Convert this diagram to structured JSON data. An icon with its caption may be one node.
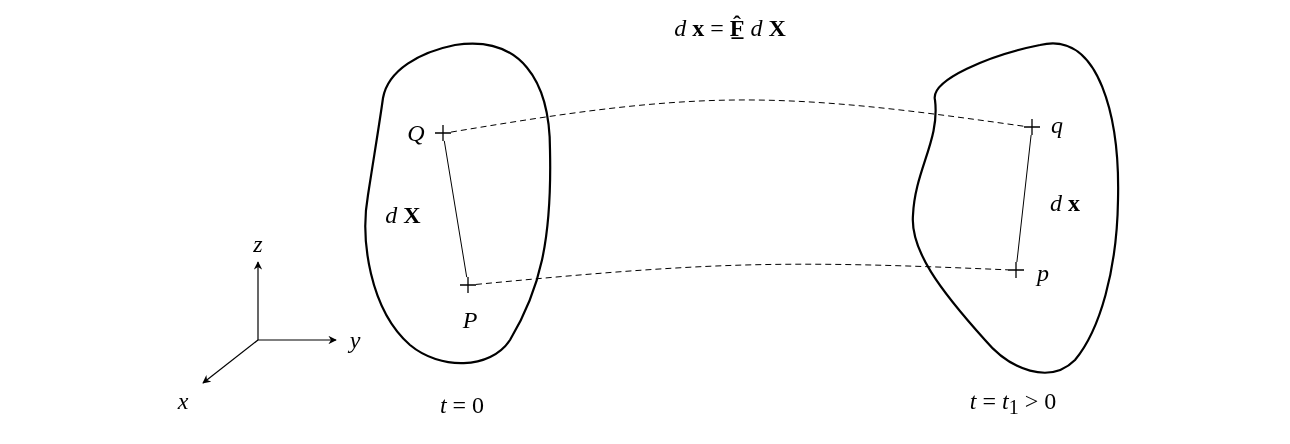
{
  "diagram": {
    "title": "*d* **x** = **F̲̂** *d* **X**",
    "nodes": [
      {
        "text": [],
        "shape": "blob",
        "beside": [
          "*t* = 0"
        ]
      },
      {
        "text": [],
        "shape": "blob",
        "beside": [
          "*t* = *t*$_{1}$ > 0"
        ]
      },
      {
        "text": [],
        "shape": "cross",
        "in": 0,
        "beside": [
          "Q"
        ]
      },
      {
        "text": [],
        "shape": "cross",
        "in": 0,
        "beside": [
          "P"
        ]
      },
      {
        "text": [],
        "shape": "cross",
        "in": 1,
        "beside": [
          "q"
        ]
      },
      {
        "text": [],
        "shape": "cross",
        "in": 1,
        "beside": [
          "p"
        ]
      }
    ],
    "edges": [
      {
        "from": 2,
        "to": 3,
        "arrow": "none",
        "label": "*d* **X**"
      },
      {
        "from": 4,
        "to": 5,
        "arrow": "none",
        "label": "*d* **x**"
      },
      {
        "from": 2,
        "to": 4,
        "arrow": "none",
        "style": "dashed"
      },
      {
        "from": 3,
        "to": 5,
        "arrow": "none",
        "style": "dashed"
      }
    ],
    "labels": [
      "z",
      "y",
      "x"
    ]
  }
}
